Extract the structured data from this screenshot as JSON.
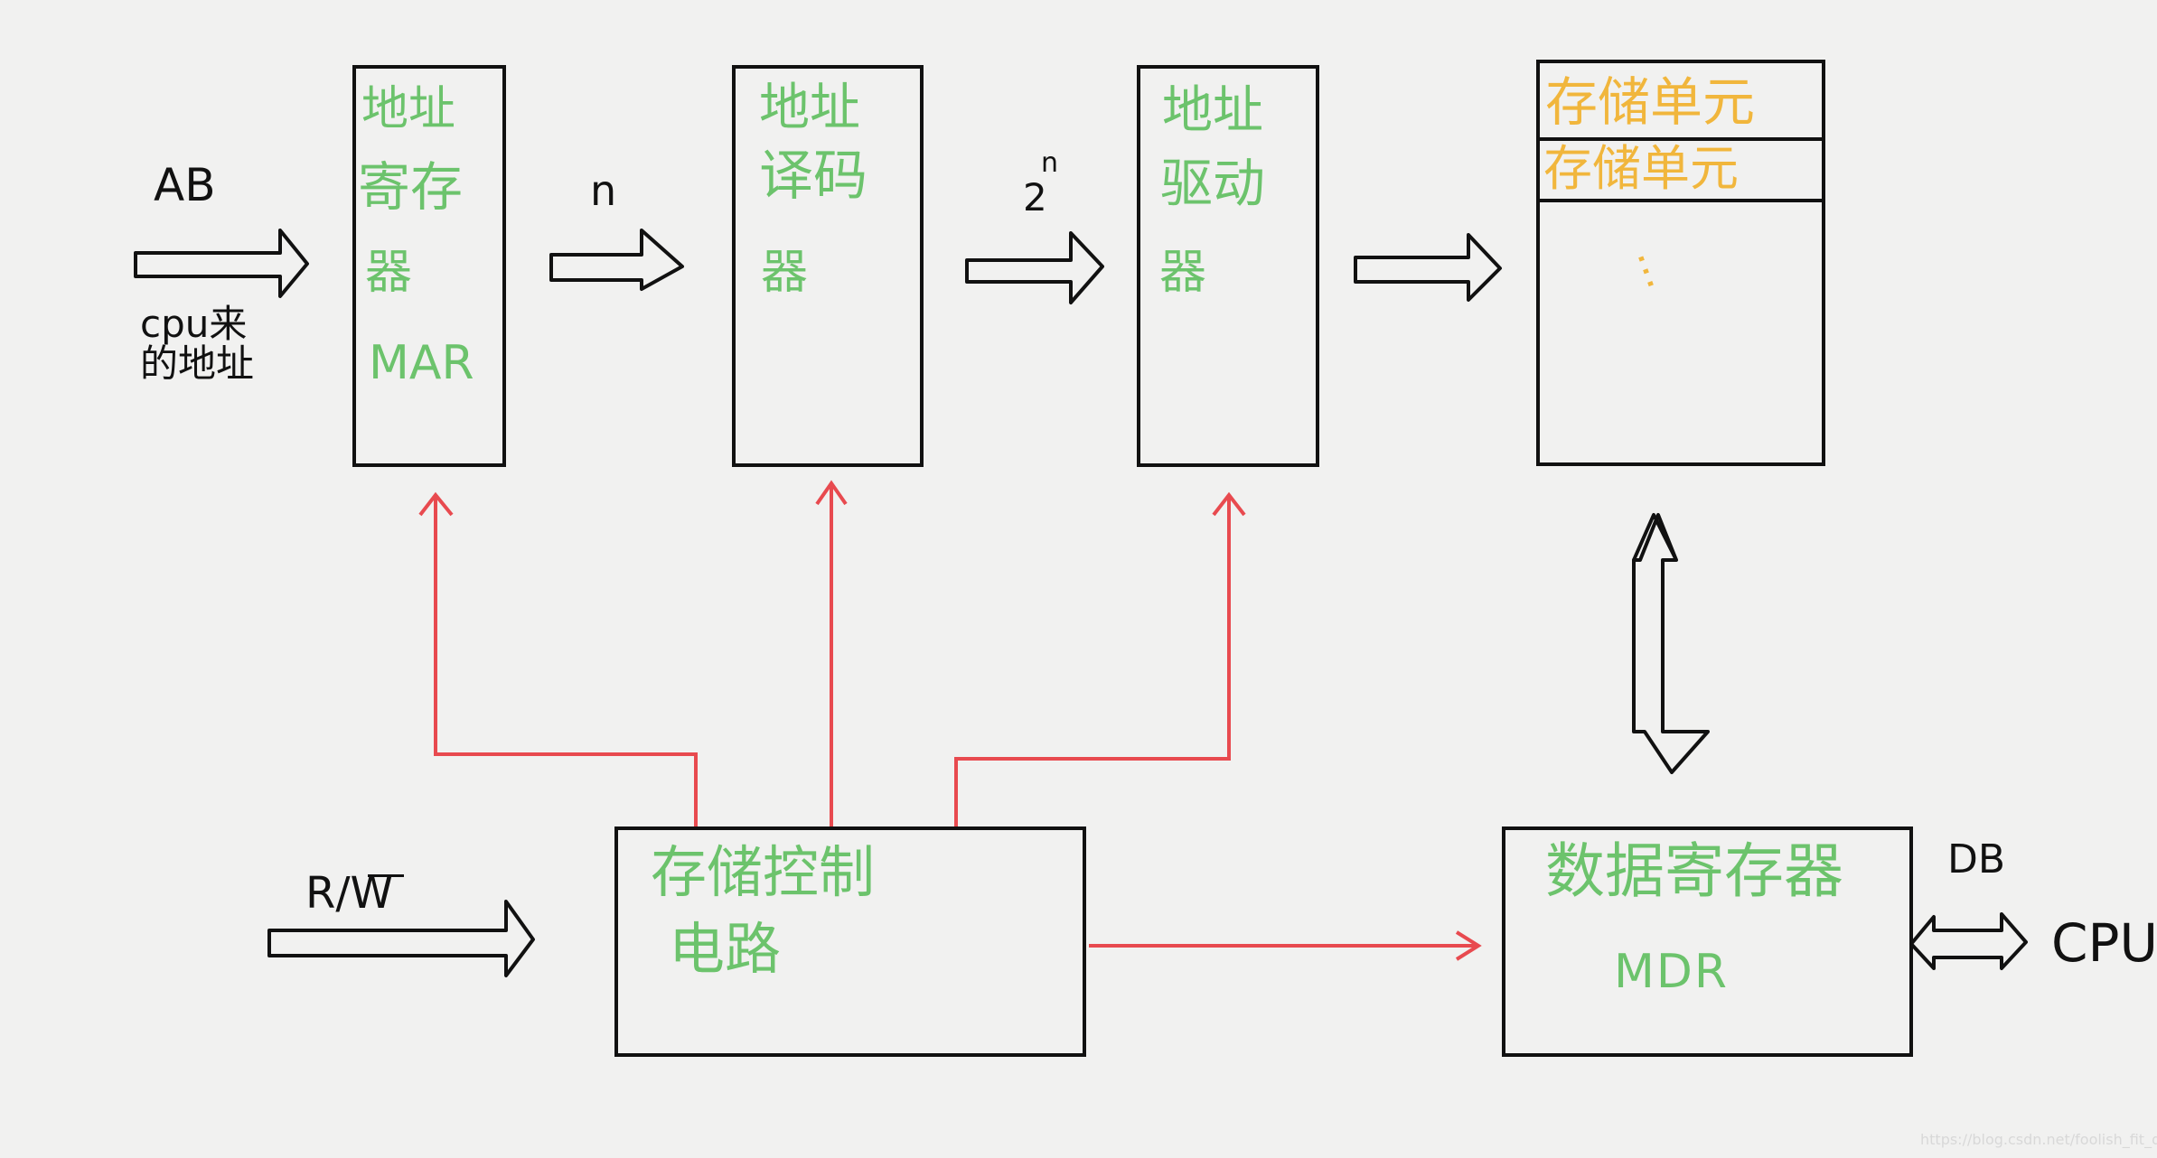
{
  "inputs": {
    "ab_label": "AB",
    "cpu_address_label": "cpu来\n的地址",
    "rw_label": "R/W",
    "db_label": "DB",
    "cpu_label": "CPU"
  },
  "mar": {
    "line1": "地址",
    "line2": "寄存",
    "line3": "器",
    "line4": "MAR"
  },
  "decoder": {
    "line1": "地址",
    "line2": "译码",
    "line3": "器"
  },
  "driver": {
    "line1": "地址",
    "line2": "驱动",
    "line3": "器"
  },
  "arrow_labels": {
    "n": "n",
    "two_n": "2"
  },
  "storage": {
    "cell1": "存储单元",
    "cell2": "存储单元",
    "dots": "⋯"
  },
  "control": {
    "line1": "存储控制",
    "line2": "电路"
  },
  "mdr": {
    "line1": "数据寄存器",
    "line2": "MDR"
  },
  "watermark": "https://blog.csdn.net/foolish_fit_dog",
  "colors": {
    "green_text": "#6cc36c",
    "yellow_text": "#f1b63c",
    "red_lines": "#e84a4f",
    "black": "#111111"
  }
}
